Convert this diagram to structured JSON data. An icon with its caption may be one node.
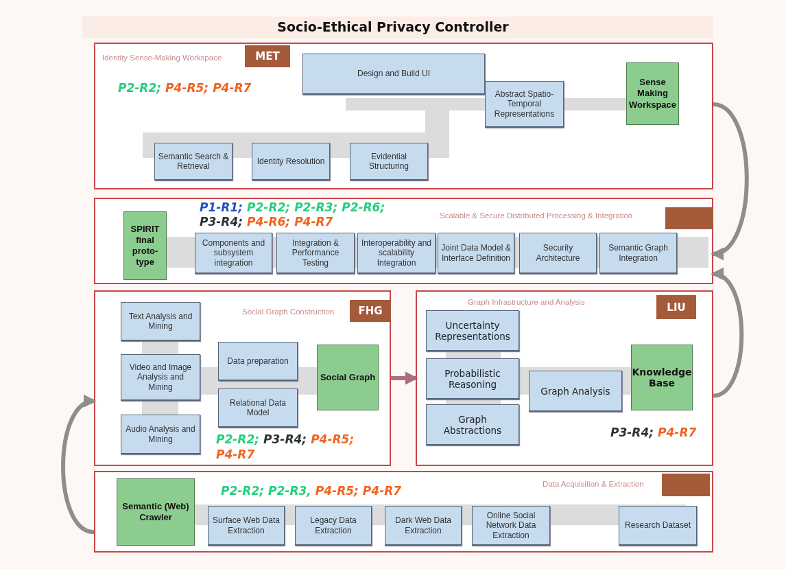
{
  "diagram": {
    "title": "Socio-Ethical Privacy Controller",
    "nodes": [
      {
        "text": [
          "Identity Sense-Making Workspace"
        ]
      },
      {
        "text": [
          "MET"
        ],
        "in": 0
      },
      {
        "text": [
          "Design and Build UI"
        ],
        "in": 0
      },
      {
        "text": [
          "Abstract Spatio-Temporal Representations"
        ],
        "in": 0
      },
      {
        "text": [
          "Sense Making Workspace"
        ],
        "in": 0
      },
      {
        "text": [
          "Semantic Search & Retrieval"
        ],
        "in": 0
      },
      {
        "text": [
          "Identity Resolution"
        ],
        "in": 0
      },
      {
        "text": [
          "Evidential Structuring"
        ],
        "in": 0
      },
      {
        "text": [
          "Scalable & Secure Distributed Processing & Integration"
        ]
      },
      {
        "text": [],
        "shape": "box",
        "in": 8
      },
      {
        "text": [
          "SPIRIT final proto-type"
        ],
        "in": 8
      },
      {
        "text": [
          "Components and subsystem integration"
        ],
        "in": 8
      },
      {
        "text": [
          "Integration & Performance Testing"
        ],
        "in": 8
      },
      {
        "text": [
          "Interoperability and scalability Integration"
        ],
        "in": 8
      },
      {
        "text": [
          "Joint Data Model & Interface Definition"
        ],
        "in": 8
      },
      {
        "text": [
          "Security Architecture"
        ],
        "in": 8
      },
      {
        "text": [
          "Semantic Graph Integration"
        ],
        "in": 8
      },
      {
        "text": [
          "Social Graph Construction"
        ]
      },
      {
        "text": [
          "FHG"
        ],
        "in": 17
      },
      {
        "text": [
          "Text Analysis and Mining"
        ],
        "in": 17
      },
      {
        "text": [
          "Video and Image Analysis and Mining"
        ],
        "in": 17
      },
      {
        "text": [
          "Audio Analysis and Mining"
        ],
        "in": 17
      },
      {
        "text": [
          "Data preparation"
        ],
        "in": 17
      },
      {
        "text": [
          "Relational Data Model"
        ],
        "in": 17
      },
      {
        "text": [
          "Social Graph"
        ],
        "in": 17
      },
      {
        "text": [
          "Graph Infrastructure and Analysis"
        ]
      },
      {
        "text": [
          "LIU"
        ],
        "in": 25
      },
      {
        "text": [
          "Uncertainty Representations"
        ],
        "in": 25
      },
      {
        "text": [
          "Probabilistic Reasoning"
        ],
        "in": 25
      },
      {
        "text": [
          "Graph Abstractions"
        ],
        "in": 25
      },
      {
        "text": [
          "Graph Analysis"
        ],
        "in": 25
      },
      {
        "text": [
          "Knowledge Base"
        ],
        "in": 25
      },
      {
        "text": [
          "Data Acquisition & Extraction"
        ]
      },
      {
        "text": [],
        "shape": "box",
        "in": 32
      },
      {
        "text": [
          "Semantic (Web) Crawler"
        ],
        "in": 32
      },
      {
        "text": [
          "Surface Web Data Extraction"
        ],
        "in": 32
      },
      {
        "text": [
          "Legacy Data Extraction"
        ],
        "in": 32
      },
      {
        "text": [
          "Dark Web Data Extraction"
        ],
        "in": 32
      },
      {
        "text": [
          "Online Social Network Data Extraction"
        ],
        "in": 32
      },
      {
        "text": [
          "Research Dataset"
        ],
        "in": 32
      }
    ],
    "edges": [
      {
        "from": 32,
        "to": 17,
        "arrow": "to"
      },
      {
        "from": 17,
        "to": 25,
        "arrow": "to",
        "color": "#a8707a"
      },
      {
        "from": 25,
        "to": 8,
        "arrow": "to"
      },
      {
        "from": 0,
        "to": 8,
        "arrow": "to"
      }
    ],
    "labels": [
      "P2-R2;",
      "P4-R5;",
      "P4-R7",
      "P1-R1;",
      "P2-R2;",
      "P2-R3;",
      "P2-R6;",
      "P3-R4;",
      "P4-R6;",
      "P4-R7",
      "P2-R2;",
      "P3-R4;",
      "P4-R5;",
      "P4-R7",
      "P3-R4;",
      "P4-R7",
      "P2-R2;",
      "P2-R3,",
      "P4-R5;",
      "P4-R7"
    ]
  }
}
